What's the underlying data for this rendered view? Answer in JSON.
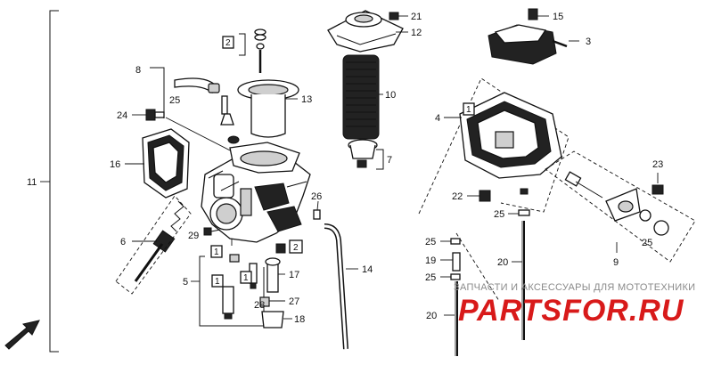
{
  "labels": {
    "p1a": "1",
    "p1b": "1",
    "p1c": "1",
    "p1d": "1",
    "p2a": "2",
    "p2b": "2",
    "p3": "3",
    "p4": "4",
    "p5": "5",
    "p6": "6",
    "p7": "7",
    "p8": "8",
    "p9": "9",
    "p10": "10",
    "p11": "11",
    "p12": "12",
    "p13": "13",
    "p14": "14",
    "p15": "15",
    "p16": "16",
    "p17": "17",
    "p18": "18",
    "p19": "19",
    "p20a": "20",
    "p20b": "20",
    "p21": "21",
    "p22": "22",
    "p23": "23",
    "p24": "24",
    "p25a": "25",
    "p25b": "25",
    "p25c": "25",
    "p25d": "25",
    "p25e": "25",
    "p26": "26",
    "p27": "27",
    "p28": "28",
    "p29": "29"
  },
  "watermark": {
    "caption": "ЗАПЧАСТИ И АКСЕССУАРЫ ДЛЯ МОТОТЕХНИКИ",
    "brand": "PARTSFOR.RU",
    "color": "#d81a1a"
  },
  "icons": {
    "front_arrow": "front-arrow-icon"
  }
}
